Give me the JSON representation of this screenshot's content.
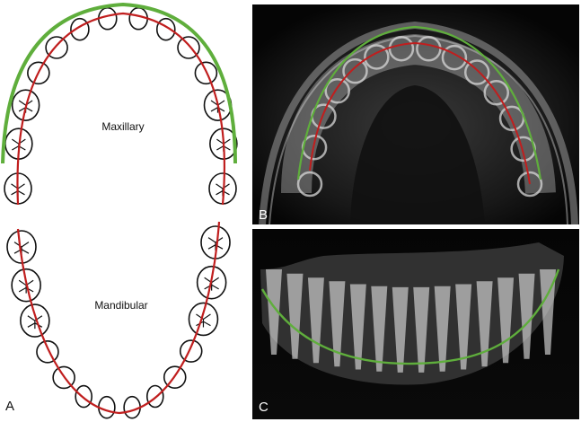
{
  "panels": {
    "a": {
      "letter": "A",
      "upper_label": "Maxillary",
      "lower_label": "Mandibular"
    },
    "b": {
      "letter": "B"
    },
    "c": {
      "letter": "C"
    }
  },
  "colors": {
    "outer_curve": "#5fae3c",
    "arch_line": "#c01e1e",
    "tooth_outline": "#111111",
    "radiograph_bg": "#0a0a0a",
    "radiograph_bone": "#d8d8d8"
  }
}
